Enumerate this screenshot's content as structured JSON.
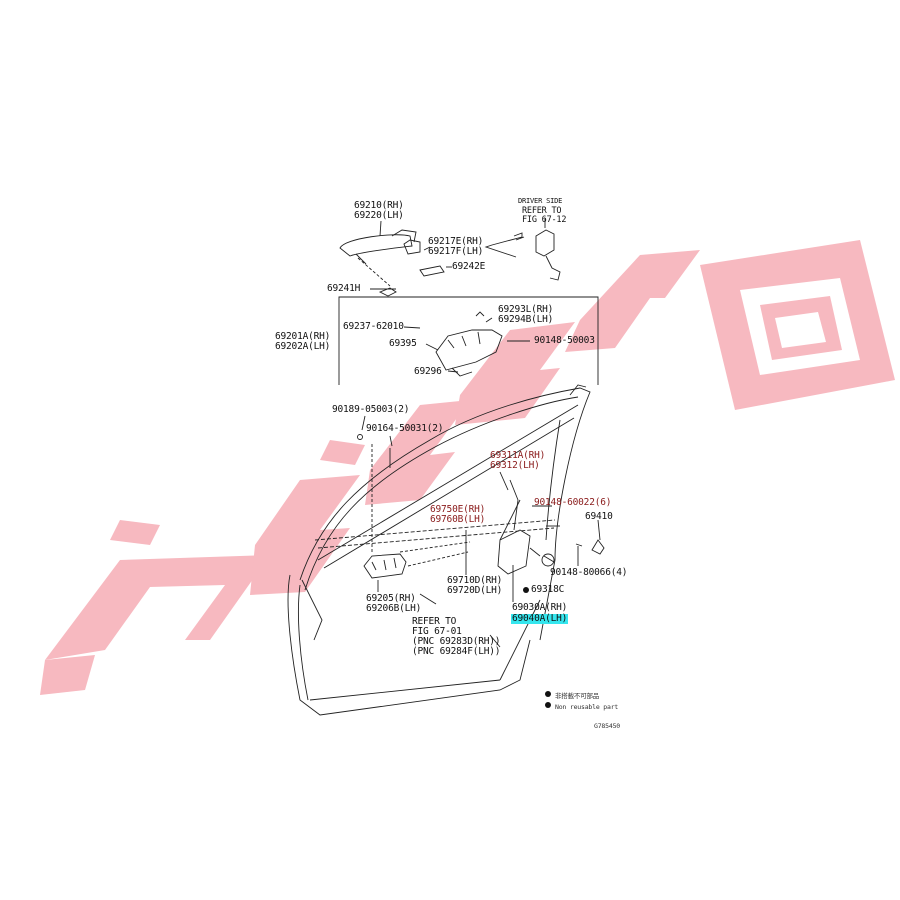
{
  "watermark": {
    "color": "#f7b9c0",
    "kind": "logo"
  },
  "labels": {
    "p69210": "69210(RH)",
    "p69220": "69220(LH)",
    "driver_side": "DRIVER SIDE",
    "refer_to": "REFER TO",
    "fig_67_12": "FIG 67-12",
    "p69217E": "69217E(RH)",
    "p69217F": "69217F(LH)",
    "p69242E": "69242E",
    "p69241H": "69241H",
    "p69293L": "69293L(RH)",
    "p69294B": "69294B(LH)",
    "p69237": "69237-62010",
    "p69201A": "69201A(RH)",
    "p69202A": "69202A(LH)",
    "p69395": "69395",
    "p90148_50003": "90148-50003",
    "p69296": "69296",
    "p90189": "90189-05003(2)",
    "p90164": "90164-50031(2)",
    "p69311A": "69311A(RH)",
    "p69312": "69312(LH)",
    "p90148_60022": "90148-60022(6)",
    "p69410": "69410",
    "p69750E": "69750E(RH)",
    "p69760B": "69760B(LH)",
    "p90148_80066": "90148-80066(4)",
    "p69710D": "69710D(RH)",
    "p69720D": "69720D(LH)",
    "p69318C": "69318C",
    "p69205": "69205(RH)",
    "p69206B": "69206B(LH)",
    "p69030A": "69030A(RH)",
    "p69040A": "69040A(LH)",
    "refer_to_2": "REFER TO",
    "fig_67_01": "FIG 67-01",
    "pnc_69283": "(PNC 69283D(RH))",
    "pnc_69284": "(PNC 69284F(LH))",
    "legend_jp": "非搭載不可部品",
    "legend_en": "Non reusable part",
    "code": "G785450"
  }
}
